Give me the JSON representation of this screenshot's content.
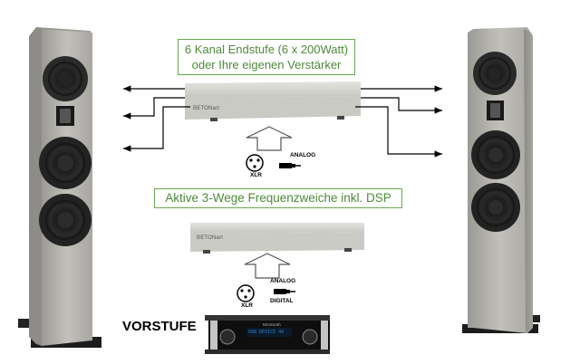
{
  "amplifier": {
    "label_line1": "6 Kanal Endstufe (6 x 200Watt)",
    "label_line2": "oder Ihre eigenen Verstärker",
    "brand": "BETONart",
    "inputs": [
      "XLR",
      "ANALOG"
    ]
  },
  "crossover": {
    "label": "Aktive 3-Wege Frequenzweiche inkl. DSP",
    "brand": "BETONart",
    "inputs": [
      "XLR",
      "ANALOG",
      "DIGITAL"
    ]
  },
  "preamp": {
    "label": "VORSTUFE",
    "brand": "McIntosh",
    "display": "USB   DEVICE  48"
  },
  "colors": {
    "label_border": "#6aa84f",
    "label_text": "#4e8a3a",
    "concrete": "#b5b3ae",
    "device": "#c9cbc5"
  }
}
